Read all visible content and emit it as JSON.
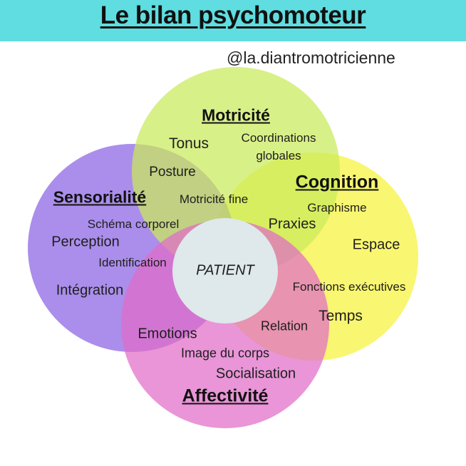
{
  "title": "Le bilan psychomoteur",
  "handle": "@la.diantromotricienne",
  "colors": {
    "banner": "#5fdde0",
    "motricite": "#c9ea5a",
    "sensorialite": "#8a63e3",
    "cognition": "#f6f23a",
    "affectivite": "#e06cc7",
    "center": "#dfe8ea"
  },
  "center": "PATIENT",
  "motricite": {
    "heading": "Motricité",
    "tonus": "Tonus",
    "coordinations_line1": "Coordinations",
    "coordinations_line2": "globales",
    "posture": "Posture",
    "motricite_fine": "Motricité fine"
  },
  "cognition": {
    "heading": "Cognition",
    "graphisme": "Graphisme",
    "praxies": "Praxies",
    "espace": "Espace",
    "fonctions_executives": "Fonctions exécutives",
    "temps": "Temps"
  },
  "sensorialite": {
    "heading": "Sensorialité",
    "schema_corporel": "Schéma corporel",
    "perception": "Perception",
    "identification": "Identification",
    "integration": "Intégration"
  },
  "affectivite": {
    "heading": "Affectivité",
    "emotions": "Emotions",
    "relation": "Relation",
    "image_du_corps": "Image du corps",
    "socialisation": "Socialisation"
  }
}
